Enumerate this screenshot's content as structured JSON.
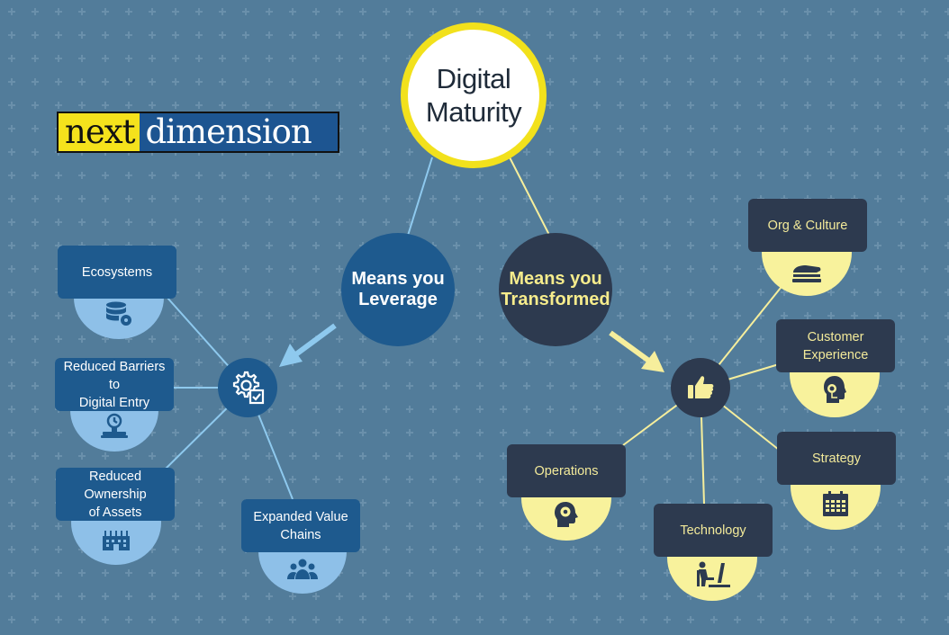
{
  "brand": {
    "logo_part1": "next",
    "logo_part2": "dimension"
  },
  "diagram": {
    "center": {
      "line1": "Digital",
      "line2": "Maturity"
    },
    "leverage": {
      "title_line1": "Means you",
      "title_line2": "Leverage",
      "hub_icon": "gear-checklist-icon",
      "items": [
        {
          "line1": "Ecosystems",
          "line2": "",
          "icon": "database-gear-icon"
        },
        {
          "line1": "Reduced Barriers to",
          "line2": "Digital Entry",
          "icon": "scale-icon"
        },
        {
          "line1": "Reduced Ownership",
          "line2": "of Assets",
          "icon": "factory-icon"
        },
        {
          "line1": "Expanded Value",
          "line2": "Chains",
          "icon": "people-group-icon"
        }
      ]
    },
    "transformed": {
      "title_line1": "Means you",
      "title_line2": "Transformed",
      "hub_icon": "thumbs-up-icon",
      "items": [
        {
          "line1": "Org & Culture",
          "line2": "",
          "icon": "stapler-icon"
        },
        {
          "line1": "Customer",
          "line2": "Experience",
          "icon": "headset-icon"
        },
        {
          "line1": "Strategy",
          "line2": "",
          "icon": "calendar-icon"
        },
        {
          "line1": "Technology",
          "line2": "",
          "icon": "person-computer-icon"
        },
        {
          "line1": "Operations",
          "line2": "",
          "icon": "head-gear-icon"
        }
      ]
    }
  },
  "colors": {
    "background": "#527c9a",
    "leverage_blue": "#1e5a8e",
    "leverage_light": "#8ec0e8",
    "transformed_dark": "#2d3a4f",
    "transformed_light": "#f8f29c",
    "accent_yellow": "#f2e11c"
  }
}
